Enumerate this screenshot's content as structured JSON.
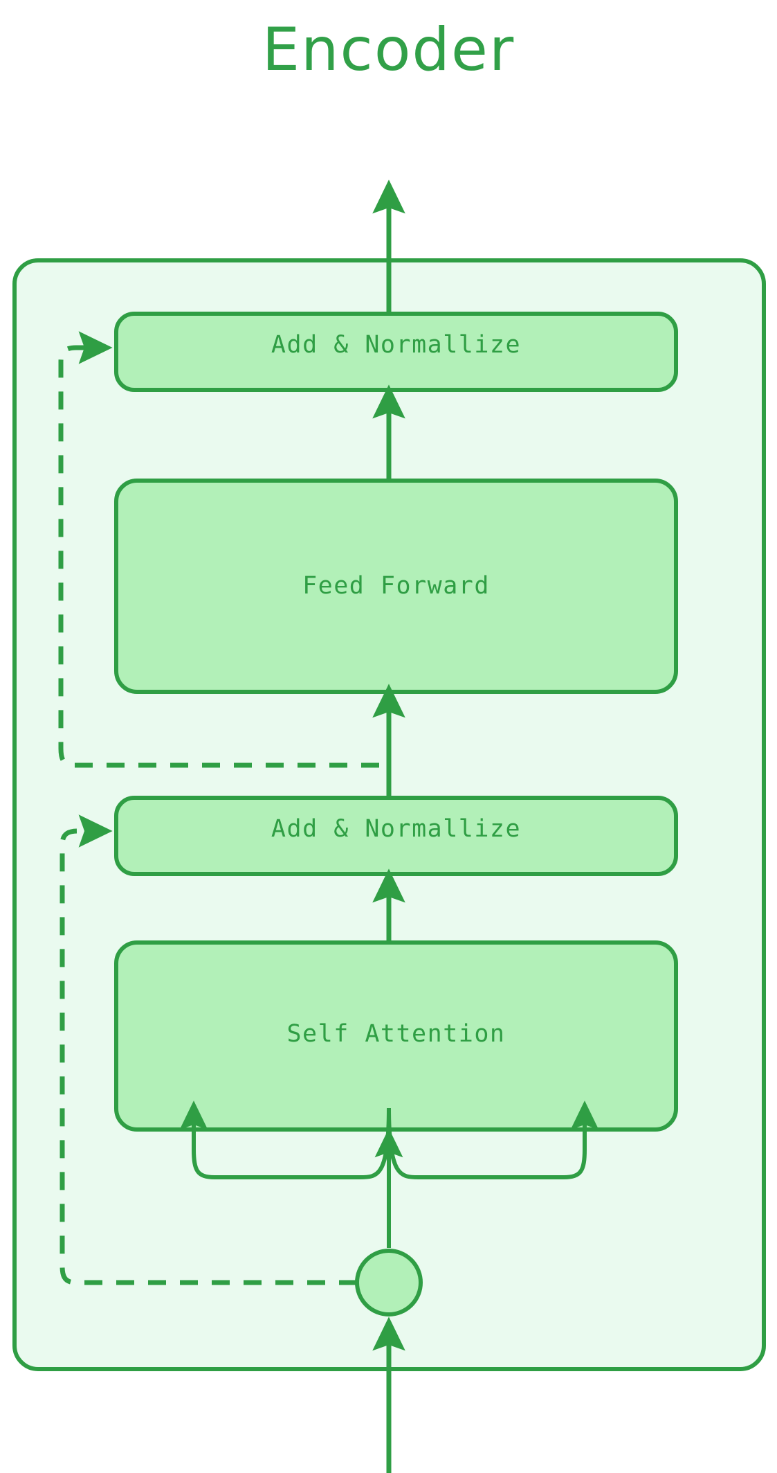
{
  "title": "Encoder",
  "theme": {
    "page_background": "#ffffff",
    "container_fill": "#eafaef",
    "container_stroke": "#2f9e44",
    "box_fill": "#b2f0b8",
    "box_stroke": "#2f9e44",
    "arrow_color": "#2f9e44",
    "text_color": "#2f9e44",
    "title_color": "#31a048"
  },
  "container": {
    "name": "encoder-block"
  },
  "blocks": [
    {
      "id": "add-normalize-top",
      "label": "Add & Normallize"
    },
    {
      "id": "feed-forward",
      "label": "Feed Forward"
    },
    {
      "id": "add-normalize-bottom",
      "label": "Add & Normallize"
    },
    {
      "id": "self-attention",
      "label": "Self Attention"
    }
  ],
  "nodes": [
    {
      "id": "input-junction",
      "label": "",
      "shape": "circle"
    }
  ],
  "edges": [
    {
      "id": "input-to-junction",
      "style": "solid",
      "label": ""
    },
    {
      "id": "junction-to-attention-q",
      "style": "solid",
      "label": ""
    },
    {
      "id": "junction-to-attention-k",
      "style": "solid",
      "label": ""
    },
    {
      "id": "junction-to-attention-v",
      "style": "solid",
      "label": ""
    },
    {
      "id": "attention-to-addnorm",
      "style": "solid",
      "label": ""
    },
    {
      "id": "addnorm-to-feedforward",
      "style": "solid",
      "label": ""
    },
    {
      "id": "feedforward-to-addnorm",
      "style": "solid",
      "label": ""
    },
    {
      "id": "addnorm-to-output",
      "style": "solid",
      "label": ""
    },
    {
      "id": "residual-attention",
      "style": "dashed",
      "label": ""
    },
    {
      "id": "residual-feedforward",
      "style": "dashed",
      "label": ""
    }
  ]
}
